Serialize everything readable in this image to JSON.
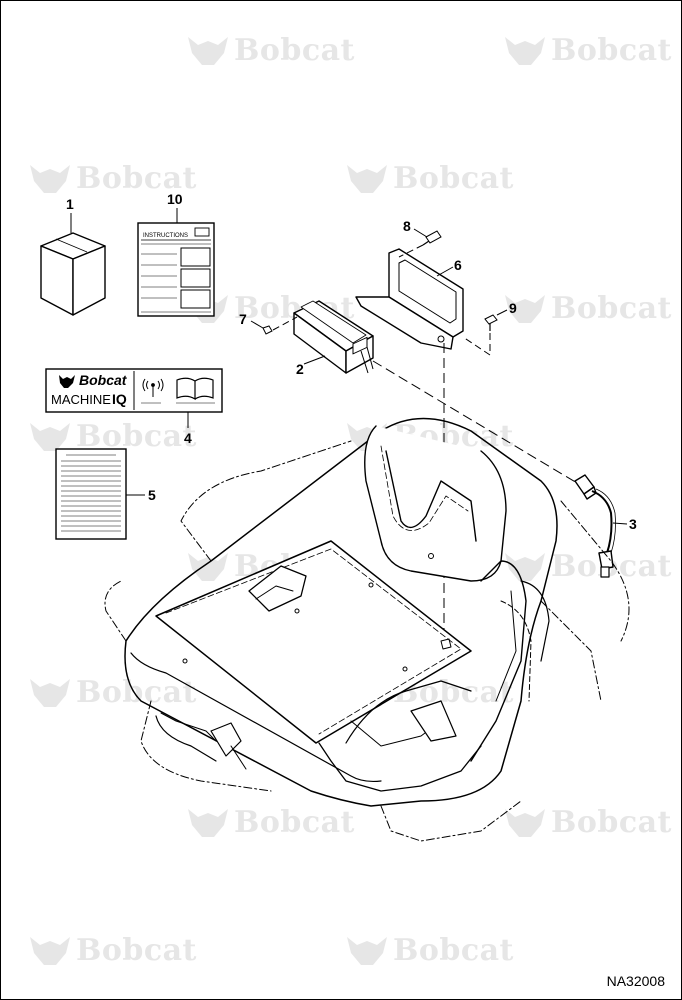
{
  "watermark_text": "Bobcat",
  "callouts": {
    "c1": "1",
    "c2": "2",
    "c3": "3",
    "c4": "4",
    "c5": "5",
    "c6": "6",
    "c7": "7",
    "c8": "8",
    "c9": "9",
    "c10": "10"
  },
  "instructions_label": "INSTRUCTIONS",
  "decal": {
    "brand": "Bobcat",
    "product_line1": "MACHINE",
    "product_line2": "IQ"
  },
  "diagram_code": "NA32008"
}
